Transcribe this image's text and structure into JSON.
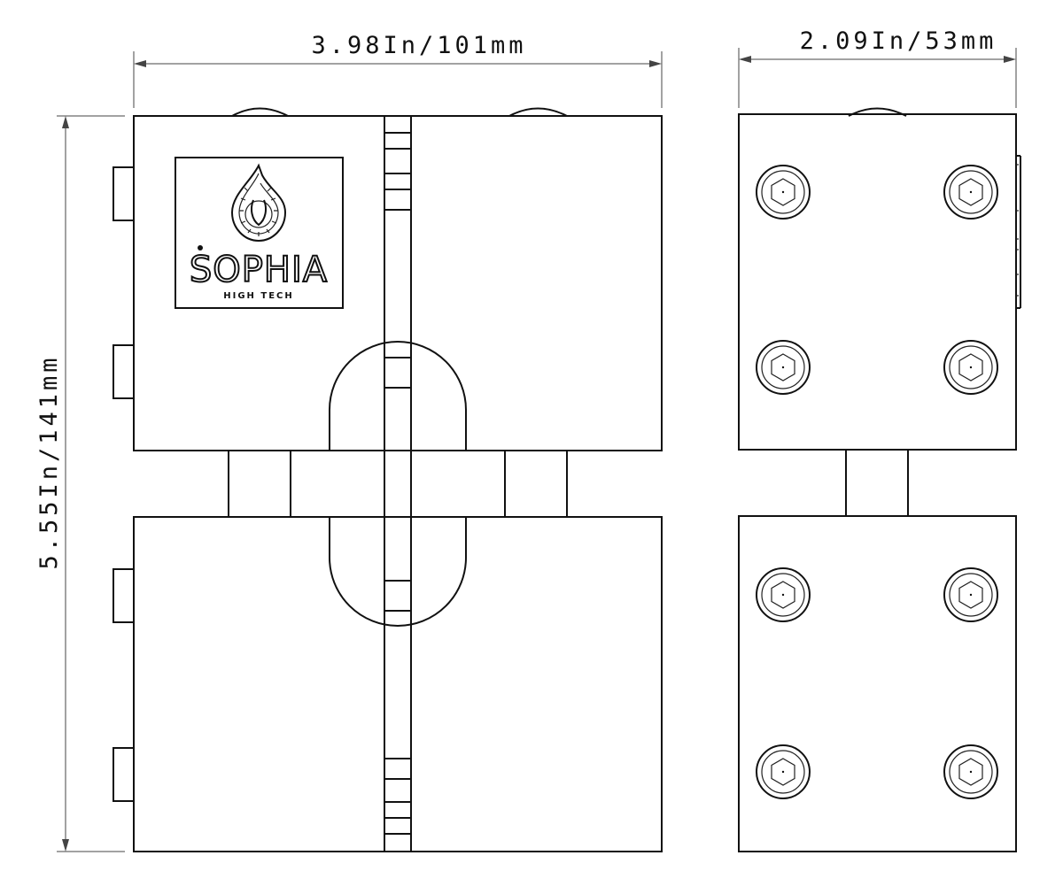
{
  "dimensions": {
    "width": "3.98In/101mm",
    "depth": "2.09In/53mm",
    "height": "5.55In/141mm"
  },
  "logo": {
    "brand": "SOPHIA",
    "tagline": "HIGH TECH"
  },
  "colors": {
    "line": "#111111",
    "dimension_line": "#444444",
    "background": "#ffffff"
  }
}
